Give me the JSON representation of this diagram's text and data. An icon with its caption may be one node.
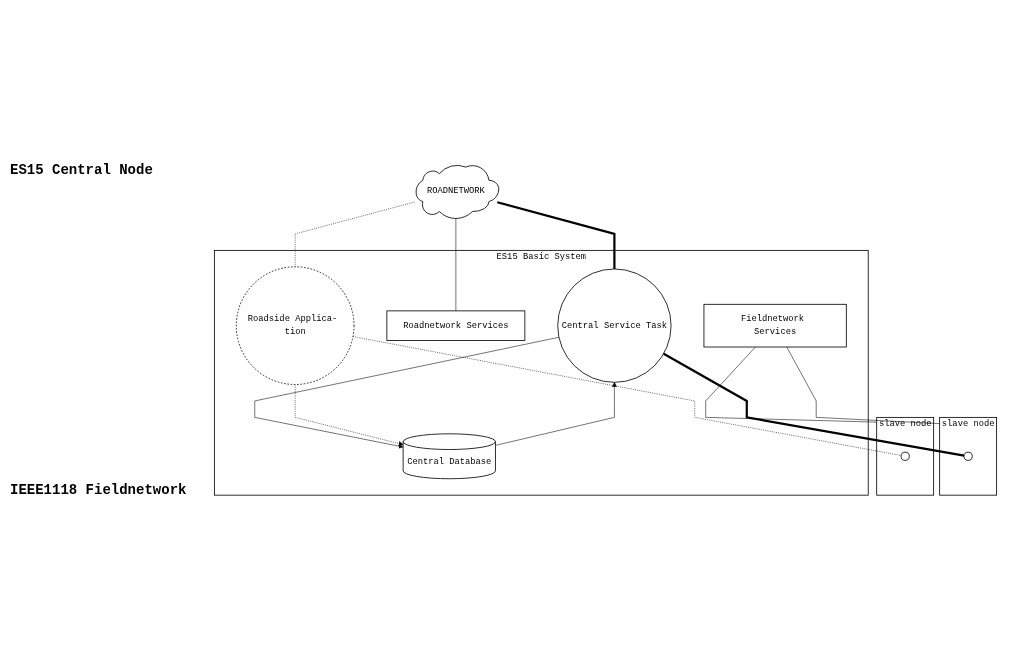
{
  "diagram": {
    "nodes": [
      {
        "text": [
          "ROADNETWORK"
        ]
      },
      {
        "text": [
          "ES15 Basic System"
        ]
      },
      {
        "text": [
          "Roadnetwork Services"
        ],
        "in": 1
      },
      {
        "text": [
          "Central Service Task"
        ],
        "in": 1
      },
      {
        "text": [
          "Central Database"
        ],
        "in": 1
      },
      {
        "text": [
          "Roadside Applica- tion"
        ],
        "in": 1
      },
      {
        "text": [
          "Fieldnetwork Services"
        ],
        "in": 1
      },
      {
        "text": [
          "slave node"
        ]
      },
      {
        "text": [],
        "shape": "circle",
        "in": 7
      },
      {
        "text": [
          "slave node"
        ]
      },
      {
        "text": [],
        "shape": "circle",
        "in": 9
      }
    ],
    "edges": [
      {
        "from": 0,
        "to": 2,
        "arrow": "none"
      },
      {
        "from": 0,
        "to": 3,
        "arrow": "none",
        "style": "thick"
      },
      {
        "from": 0,
        "to": 5,
        "arrow": "none",
        "style": "dashed"
      },
      {
        "from": 4,
        "to": 3,
        "arrow": "to"
      },
      {
        "from": 3,
        "to": 4,
        "arrow": "to"
      },
      {
        "from": 5,
        "to": 4,
        "arrow": "to",
        "style": "dashed"
      },
      {
        "from": 6,
        "to": 7,
        "arrow": "none"
      },
      {
        "from": 6,
        "to": 9,
        "arrow": "none"
      },
      {
        "from": 3,
        "to": 8,
        "arrow": "none",
        "style": "thick"
      },
      {
        "from": 5,
        "to": 10,
        "arrow": "none",
        "style": "dashed"
      }
    ],
    "labels": [
      "ES15 Central Node",
      "IEEE1118 Fieldnetwork"
    ]
  }
}
